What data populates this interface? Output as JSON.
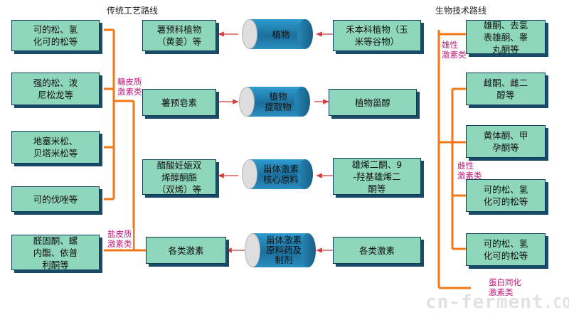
{
  "titles": {
    "traditional": "传统工艺路线",
    "biotech": "生物技术路线"
  },
  "left_boxes": [
    "可的松、氢\n化可的松等",
    "强的松、泼\n尼松龙等",
    "地塞米松、\n贝塔米松等",
    "可的伐唑等",
    "醛固酮、螺\n内酯、依普\n利酮等"
  ],
  "tags": {
    "glucocorticoid": "糖皮质\n激素类",
    "mineralocorticoid": "盐皮质\n激素类",
    "androgen": "雄性\n激素类",
    "estrogen": "雌性\n激素类",
    "protein_assimilation": "蛋白同化\n激素类"
  },
  "middle_boxes": [
    "薯预科植物\n（黄姜）等",
    "薯预皂素",
    "醋酸妊娠双\n烯醇酮酯\n（双烯）等",
    "各类激素"
  ],
  "cylinders": [
    "植物",
    "植物\n提取物",
    "甾体激素\n核心原料",
    "甾体激素\n原料药及\n制剂"
  ],
  "right_boxes": [
    "禾本科植物（玉\n米等谷物）",
    "植物甾醇",
    "雄烯二酮、9\n-羟基雄烯二\n酮等",
    "各类激素"
  ],
  "far_right_boxes": [
    "雄酮、去氢\n表雄酮、睾\n丸酮等",
    "雌酮、雌二\n醇等",
    "黄体酮、甲\n孕酮等",
    "可的松、氢\n化可的松等",
    "可的松、氢\n化可的松等"
  ],
  "watermark": {
    "text": "cn-ferment",
    "suffix": ".COM"
  },
  "colors": {
    "box_fill": "#8ed6bc",
    "box_border": "#0f3b57",
    "connector": "#f07a1a",
    "arrow": "#d63b3b",
    "tag_text": "#c0197a",
    "cylinder_blue": "#1b6f9c"
  }
}
